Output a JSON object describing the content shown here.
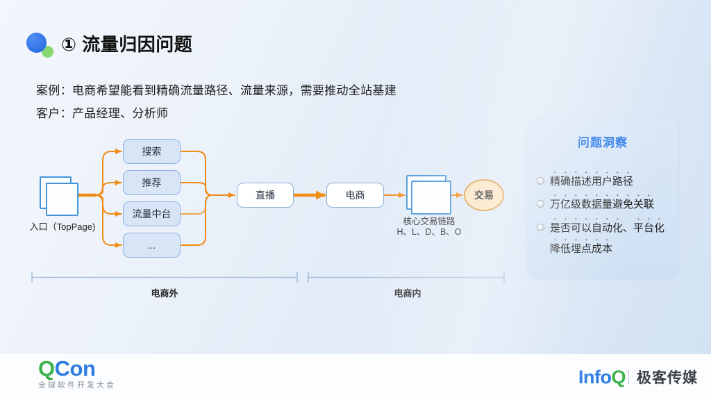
{
  "slide": {
    "title": "① 流量归因问题",
    "case_line": "案例：电商希望能看到精确流量路径、流量来源，需要推动全站基建",
    "customer_line": "客户：产品经理、分析师"
  },
  "diagram": {
    "entry": {
      "label": "入口（TopPage)"
    },
    "channels": [
      "搜索",
      "推荐",
      "流量中台",
      "..."
    ],
    "flow": {
      "live": "直播",
      "ecommerce": "电商",
      "trade": "交易"
    },
    "core": {
      "label": "核心交易链路",
      "sub": "H、L、D、B、O"
    },
    "brackets": {
      "left": "电商外",
      "right": "电商内"
    }
  },
  "insight_panel": {
    "title": "问题洞察",
    "items": [
      "精确描述用户路径",
      "万亿级数据量避免关联",
      "是否可以自动化、平台化",
      "降低埋点成本"
    ]
  },
  "footer": {
    "qcon": {
      "q": "Q",
      "con": "Con",
      "subtitle": "全球软件开发大会"
    },
    "infoq": {
      "info": "Info",
      "q": "Q",
      "media": "极客传媒"
    }
  },
  "colors": {
    "accent_orange": "#EF8C15",
    "channel_box_fill": "#D7E5F7",
    "channel_box_border": "#8FB0E2",
    "page_icon_border": "#4594DA",
    "trade_fill": "#FBE3C1",
    "trade_border": "#DD9B42",
    "panel_bg": "#D7E5F6",
    "panel_title_blue": "#2476E8",
    "bracket_line": "#A7C0DD",
    "qcon_green": "#3BB24A",
    "qcon_blue": "#2E7CE2"
  }
}
